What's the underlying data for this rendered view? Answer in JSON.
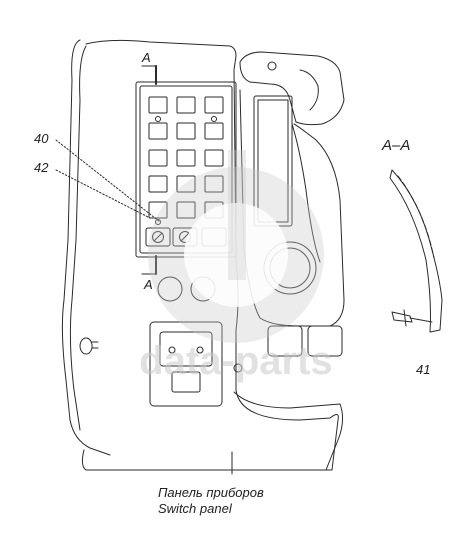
{
  "callouts": {
    "part_40": "40",
    "part_42": "42",
    "part_41": "41",
    "section_mark_top": "A",
    "section_mark_bottom": "A",
    "section_title": "A–A"
  },
  "caption": {
    "ru": "Панель приборов",
    "en": "Switch panel"
  },
  "watermark": {
    "text": "data-parts"
  },
  "colors": {
    "line": "#2a2a2a",
    "watermark": "#c9c9c9",
    "background": "#ffffff"
  }
}
